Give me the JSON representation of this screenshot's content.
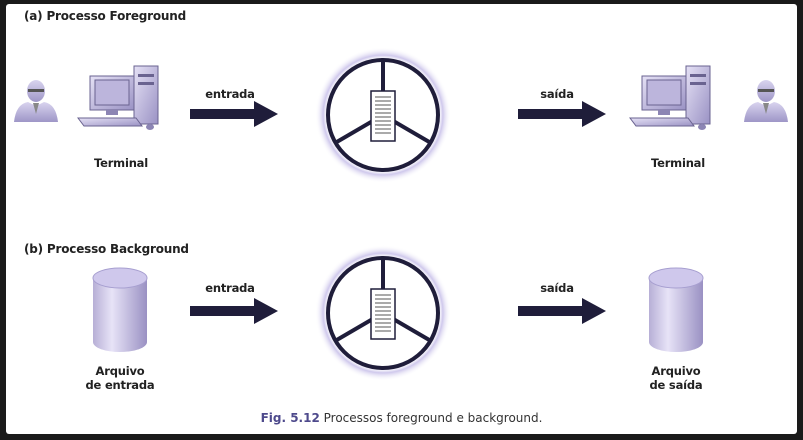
{
  "sections": [
    {
      "title": "(a) Processo Foreground",
      "input_label": "entrada",
      "output_label": "saída",
      "source_label": [
        "Terminal"
      ],
      "target_label": [
        "Terminal"
      ]
    },
    {
      "title": "(b) Processo Background",
      "input_label": "entrada",
      "output_label": "saída",
      "source_label": [
        "Arquivo",
        "de entrada"
      ],
      "target_label": [
        "Arquivo",
        "de saída"
      ]
    }
  ],
  "caption": {
    "figure_number": "Fig. 5.12",
    "text": " Processos foreground e background."
  },
  "colors": {
    "accent": "#4e4a8c",
    "arrow": "#1f1d3a",
    "cylinder": "#b7afd6",
    "glow": "#cfc8ec"
  }
}
